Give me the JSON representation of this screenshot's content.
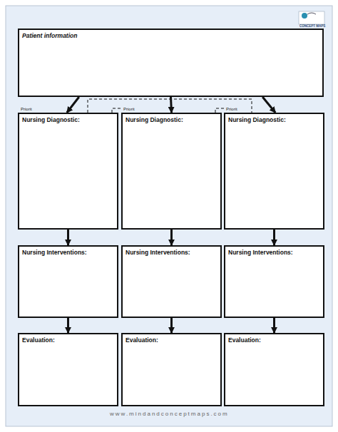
{
  "diagram": {
    "nodes": [
      {
        "text": [
          "Patient information"
        ]
      },
      {
        "text": [
          "Nursing Diagnostic:"
        ]
      },
      {
        "text": [
          "Nursing Diagnostic:"
        ]
      },
      {
        "text": [
          "Nursing Diagnostic:"
        ]
      },
      {
        "text": [
          "Nursing Interventions:"
        ]
      },
      {
        "text": [
          "Nursing Interventions:"
        ]
      },
      {
        "text": [
          "Nursing Interventions:"
        ]
      },
      {
        "text": [
          "Evaluation:"
        ]
      },
      {
        "text": [
          "Evaluation:"
        ]
      },
      {
        "text": [
          "Evaluation:"
        ]
      }
    ],
    "edges": [
      {
        "from": 0,
        "to": 1,
        "arrow": "to"
      },
      {
        "from": 0,
        "to": 2,
        "arrow": "to"
      },
      {
        "from": 0,
        "to": 3,
        "arrow": "to"
      },
      {
        "from": 1,
        "to": 4,
        "arrow": "to"
      },
      {
        "from": 2,
        "to": 5,
        "arrow": "to"
      },
      {
        "from": 3,
        "to": 6,
        "arrow": "to"
      },
      {
        "from": 4,
        "to": 7,
        "arrow": "to"
      },
      {
        "from": 5,
        "to": 8,
        "arrow": "to"
      },
      {
        "from": 6,
        "to": 9,
        "arrow": "to"
      }
    ],
    "labels": [
      "CONCEPT MAPS",
      "Priorit",
      "Priorit",
      "Priorit",
      "www.mindandconceptmaps.com"
    ]
  }
}
